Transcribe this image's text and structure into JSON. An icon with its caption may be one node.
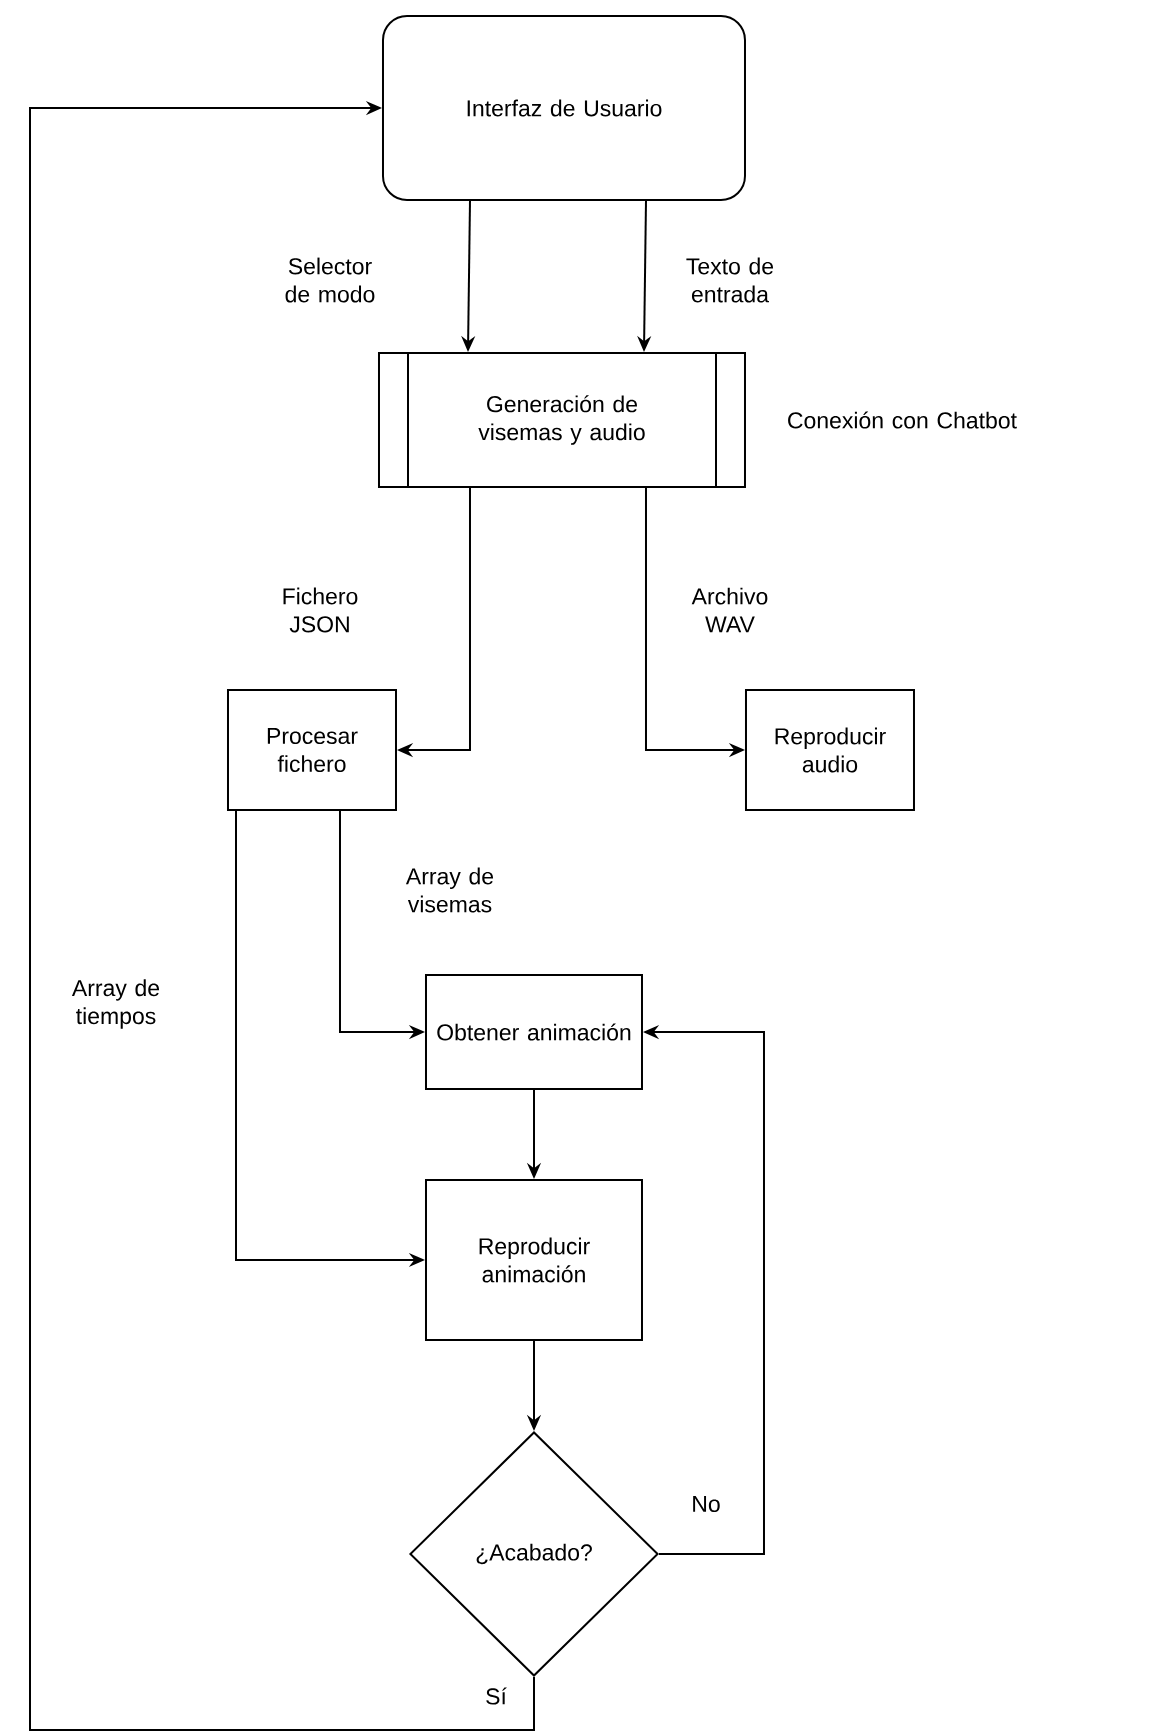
{
  "diagram": {
    "nodes": [
      {
        "text": [
          "Interfaz de Usuario"
        ]
      },
      {
        "text": [
          "Generación de visemas y audio"
        ],
        "beside": [
          "Conexión con Chatbot"
        ]
      },
      {
        "text": [
          "Procesar fichero"
        ]
      },
      {
        "text": [
          "Reproducir audio"
        ]
      },
      {
        "text": [
          "Obtener animación"
        ]
      },
      {
        "text": [
          "Reproducir animación"
        ]
      },
      {
        "text": [
          "¿Acabado?"
        ]
      }
    ],
    "edges": [
      {
        "from": 0,
        "to": 1,
        "arrow": "to",
        "label": "Selector de modo"
      },
      {
        "from": 0,
        "to": 1,
        "arrow": "to",
        "label": "Texto de entrada"
      },
      {
        "from": 1,
        "to": 2,
        "arrow": "to",
        "label": "Fichero JSON"
      },
      {
        "from": 1,
        "to": 3,
        "arrow": "to",
        "label": "Archivo WAV"
      },
      {
        "from": 2,
        "to": 4,
        "arrow": "to",
        "label": "Array de visemas"
      },
      {
        "from": 2,
        "to": 5,
        "arrow": "to",
        "label": "Array de tiempos"
      },
      {
        "from": 4,
        "to": 5,
        "arrow": "to"
      },
      {
        "from": 5,
        "to": 6,
        "arrow": "to"
      },
      {
        "from": 6,
        "to": 4,
        "arrow": "to",
        "label": "No"
      },
      {
        "from": 6,
        "to": 0,
        "arrow": "to",
        "label": "Sí"
      }
    ]
  }
}
